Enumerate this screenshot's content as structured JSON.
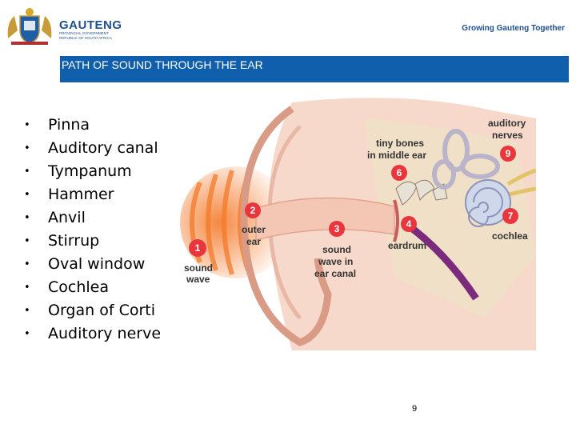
{
  "header": {
    "brand_name": "GAUTENG",
    "brand_sub1": "PROVINCIAL GOVERNMENT",
    "brand_sub2": "REPUBLIC OF SOUTH AFRICA",
    "tagline": "Growing Gauteng Together",
    "logo_icon": "coat-of-arms-icon"
  },
  "slide": {
    "title": "PATH OF SOUND THROUGH THE EAR",
    "bullets": [
      "Pinna",
      "Auditory canal",
      "Tympanum",
      "Hammer",
      "Anvil",
      "Stirrup",
      "Oval window",
      "Cochlea",
      "Organ of Corti",
      "Auditory nerve"
    ],
    "page_number": "9"
  },
  "diagram": {
    "labels": {
      "sound_wave_1": "sound",
      "sound_wave_2": "wave",
      "outer_ear_1": "outer",
      "outer_ear_2": "ear",
      "tiny_bones_1": "tiny bones",
      "tiny_bones_2": "in middle ear",
      "auditory_nerves_1": "auditory",
      "auditory_nerves_2": "nerves",
      "eardrum": "eardrum",
      "cochlea": "cochlea",
      "canal_1": "sound",
      "canal_2": "wave in",
      "canal_3": "ear canal"
    },
    "markers": [
      "1",
      "2",
      "3",
      "4",
      "6",
      "7",
      "9"
    ],
    "colors": {
      "marker": "#e8363c",
      "wave": "#f47a2a",
      "nerve": "#7a2b7c",
      "canal": "#f3c7b3",
      "skin": "#f7d9cb"
    }
  }
}
